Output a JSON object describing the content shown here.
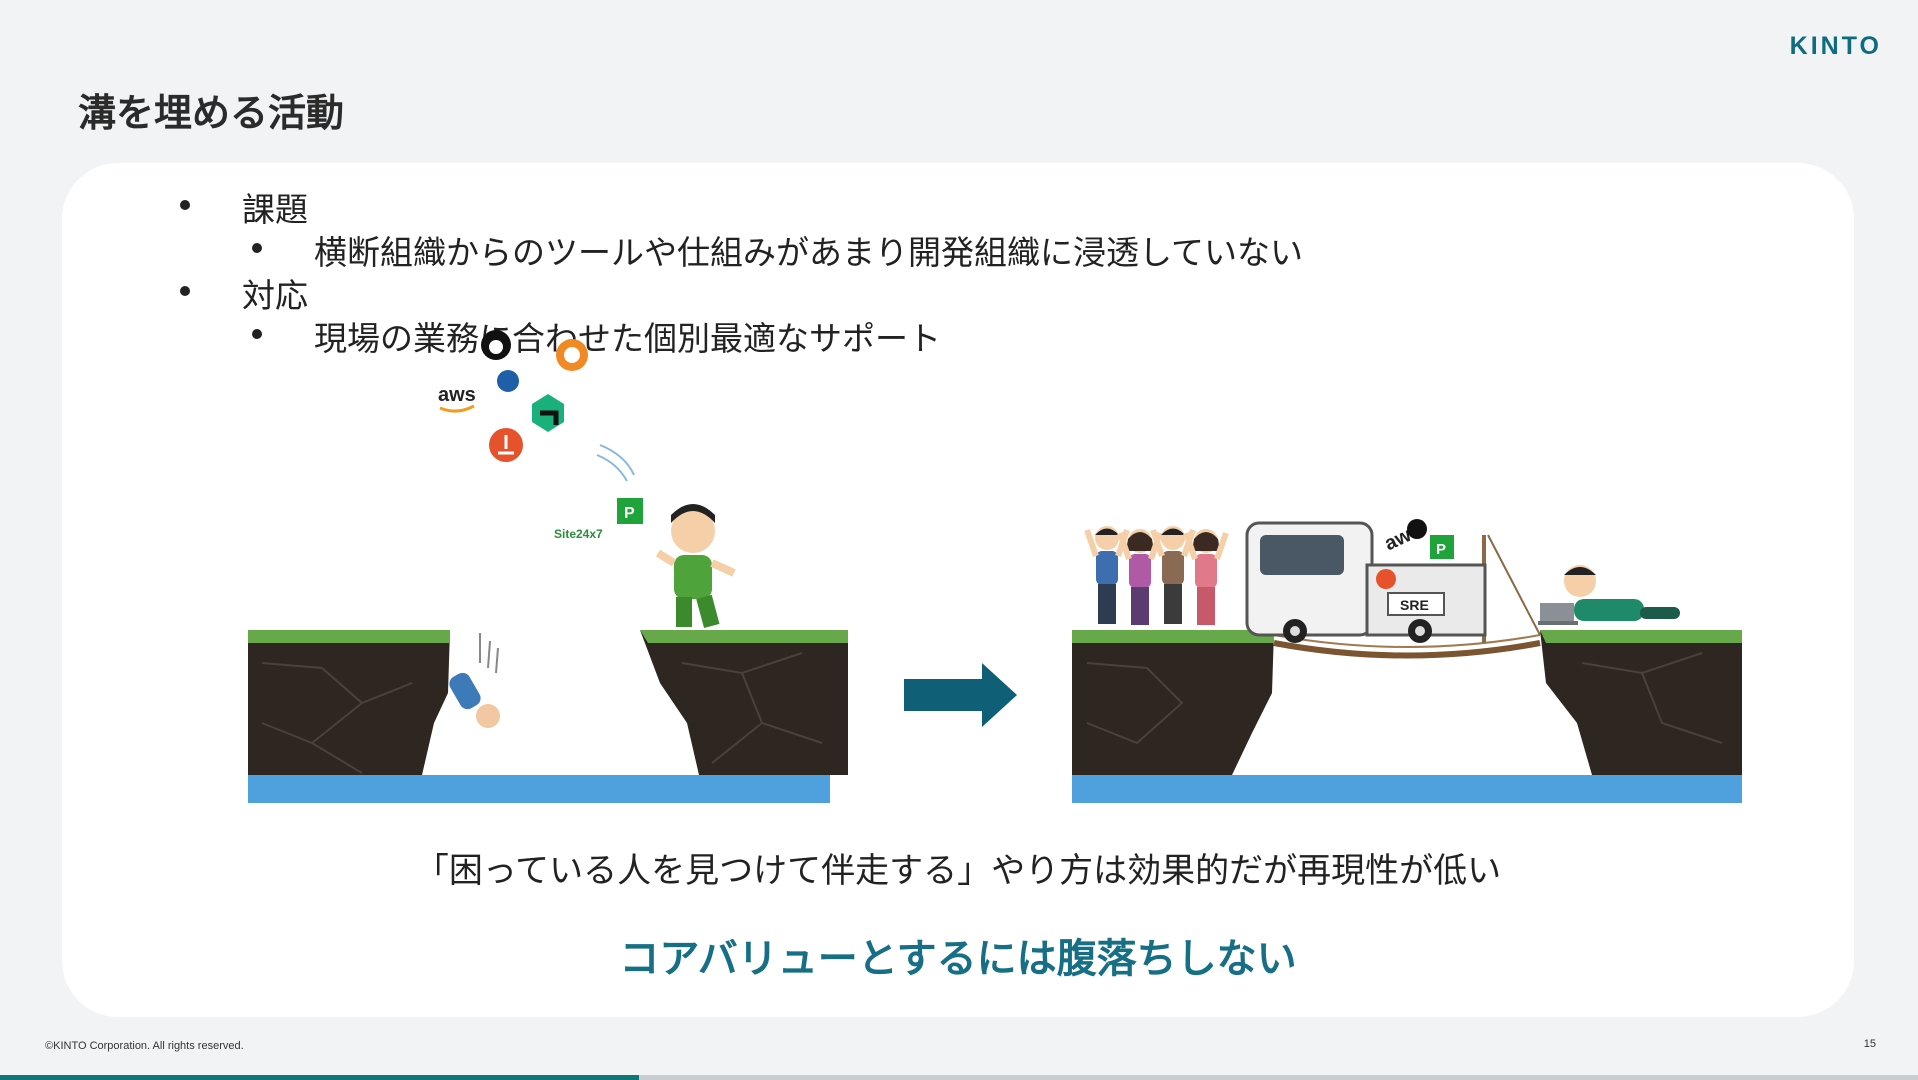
{
  "brand": {
    "logo_text": "KINTO"
  },
  "slide": {
    "title": "溝を埋める活動",
    "page_number": "15",
    "progress_fraction": 0.333
  },
  "bullets": [
    {
      "text": "課題",
      "children": [
        "横断組織からのツールや仕組みがあまり開発組織に浸透していない"
      ]
    },
    {
      "text": "対応",
      "children": [
        "現場の業務に合わせた個別最適なサポート"
      ]
    }
  ],
  "illustration": {
    "logos": [
      "aws",
      "Site24x7",
      "P",
      "P"
    ],
    "truck_label": "SRE",
    "arrow_icon": "right-arrow-icon"
  },
  "quote": "「困っている人を見つけて伴走する」やり方は効果的だが再現性が低い",
  "emphasis": "コアバリューとするには腹落ちしない",
  "footer": {
    "copyright": "©KINTO Corporation. All rights reserved."
  },
  "colors": {
    "accent": "#176f85",
    "logo": "#0f6c80",
    "progress": "#117575"
  }
}
